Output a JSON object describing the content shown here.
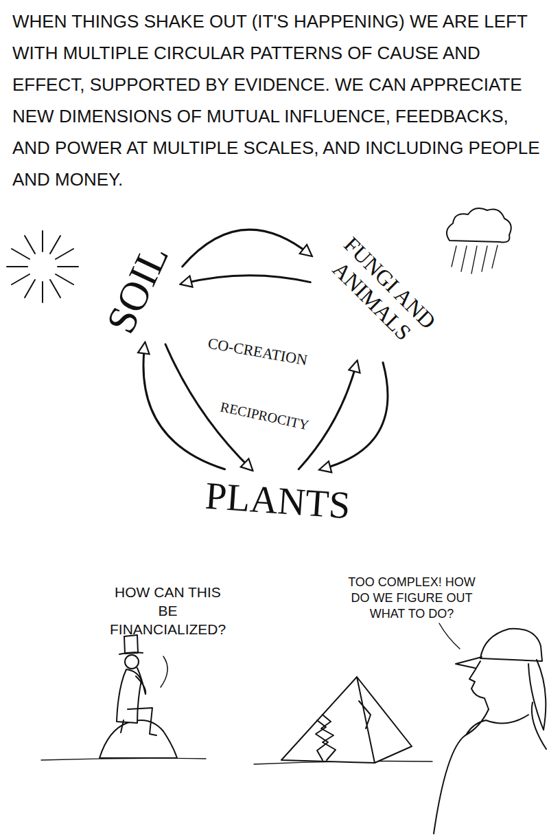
{
  "diagram": {
    "nodes": [
      {
        "text": [
          "SOIL"
        ]
      },
      {
        "text": [
          "FUNGI AND ANIMALS"
        ]
      },
      {
        "text": [
          "PLANTS"
        ]
      }
    ],
    "edges": [
      {
        "from": 0,
        "to": 1,
        "arrow": "to"
      },
      {
        "from": 1,
        "to": 0,
        "arrow": "to"
      },
      {
        "from": 0,
        "to": 2,
        "arrow": "to"
      },
      {
        "from": 2,
        "to": 0,
        "arrow": "to"
      },
      {
        "from": 1,
        "to": 2,
        "arrow": "to"
      },
      {
        "from": 2,
        "to": 1,
        "arrow": "to"
      }
    ],
    "labels": [
      "WHEN THINGS SHAKE OUT (IT'S HAPPENING) WE ARE LEFT WITH MULTIPLE CIRCULAR PATTERNS OF CAUSE AND EFFECT, SUPPORTED BY EVIDENCE. WE CAN APPRECIATE NEW DIMENSIONS OF MUTUAL INFLUENCE, FEEDBACKS, AND POWER AT MULTIPLE SCALES, AND INCLUDING PEOPLE AND MONEY.",
      "CO-CREATION",
      "RECIPROCITY",
      "HOW CAN THIS BE FINANCIALIZED?",
      "TOO COMPLEX! HOW DO WE FIGURE OUT WHAT TO DO?"
    ]
  }
}
